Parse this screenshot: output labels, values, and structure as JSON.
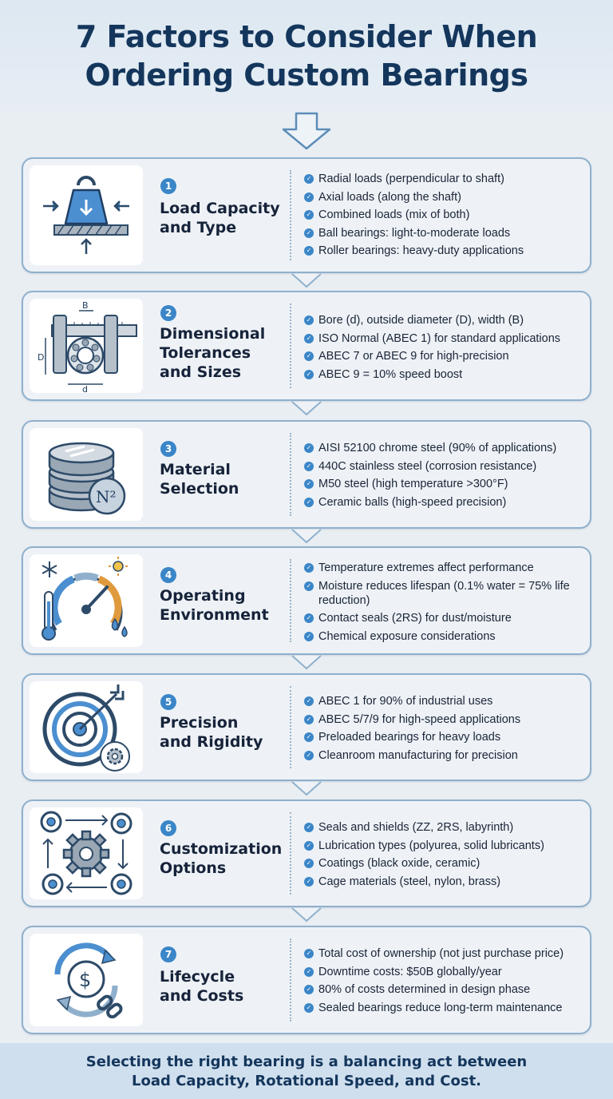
{
  "title_line1": "7 Factors to Consider When",
  "title_line2": "Ordering Custom Bearings",
  "colors": {
    "accent": "#3a86c8",
    "title": "#14365c",
    "border": "#8fb0cc"
  },
  "factors": [
    {
      "number": "1",
      "name_line1": "Load Capacity",
      "name_line2": "and Type",
      "icon": "weight-load-icon",
      "bullets": [
        "Radial loads (perpendicular to shaft)",
        "Axial loads (along the shaft)",
        "Combined loads (mix of both)",
        "Ball bearings: light-to-moderate loads",
        "Roller bearings: heavy-duty applications"
      ]
    },
    {
      "number": "2",
      "name_line1": "Dimensional",
      "name_line2": "Tolerances",
      "name_line3": "and Sizes",
      "icon": "caliper-bearing-icon",
      "icon_labels": {
        "b": "B",
        "d_outer": "D",
        "d_bore": "d"
      },
      "bullets": [
        "Bore (d), outside diameter (D), width (B)",
        "ISO Normal (ABEC 1) for standard applications",
        "ABEC 7 or ABEC 9 for high-precision",
        "ABEC 9 = 10% speed boost"
      ]
    },
    {
      "number": "3",
      "name_line1": "Material",
      "name_line2": "Selection",
      "icon": "material-stack-icon",
      "icon_label": "N²",
      "bullets": [
        "AISI 52100 chrome steel (90% of applications)",
        "440C stainless steel (corrosion resistance)",
        "M50 steel (high temperature >300°F)",
        "Ceramic balls (high-speed precision)"
      ]
    },
    {
      "number": "4",
      "name_line1": "Operating",
      "name_line2": "Environment",
      "icon": "gauge-environment-icon",
      "bullets": [
        "Temperature extremes affect performance",
        "Moisture reduces lifespan (0.1% water = 75% life reduction)",
        "Contact seals (2RS) for dust/moisture",
        "Chemical exposure considerations"
      ]
    },
    {
      "number": "5",
      "name_line1": "Precision",
      "name_line2": "and Rigidity",
      "icon": "target-precision-icon",
      "bullets": [
        "ABEC 1 for 90% of industrial uses",
        "ABEC 5/7/9 for high-speed applications",
        "Preloaded bearings for heavy loads",
        "Cleanroom manufacturing for precision"
      ]
    },
    {
      "number": "6",
      "name_line1": "Customization",
      "name_line2": "Options",
      "icon": "gear-cycle-icon",
      "bullets": [
        "Seals and shields (ZZ, 2RS, labyrinth)",
        "Lubrication types (polyurea, solid lubricants)",
        "Coatings (black oxide, ceramic)",
        "Cage materials (steel, nylon, brass)"
      ]
    },
    {
      "number": "7",
      "name_line1": "Lifecycle",
      "name_line2": "and Costs",
      "icon": "dollar-cycle-icon",
      "icon_label": "$",
      "bullets": [
        "Total cost of ownership (not just purchase price)",
        "Downtime costs: $50B globally/year",
        "80% of costs determined in design phase",
        "Sealed bearings reduce long-term maintenance"
      ]
    }
  ],
  "footer_line1": "Selecting the right bearing is a balancing act between",
  "footer_line2": "Load Capacity, Rotational Speed, and Cost."
}
